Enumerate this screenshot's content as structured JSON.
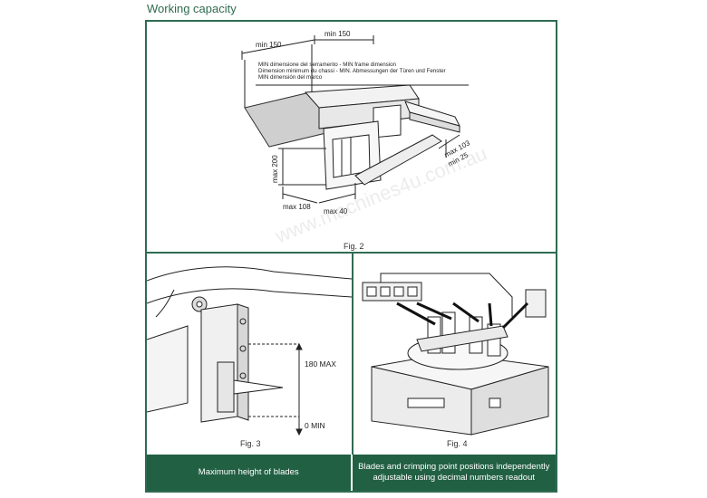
{
  "heading": "Working capacity",
  "fig2": {
    "label": "Fig. 2",
    "dim_min150_a": "min 150",
    "dim_min150_b": "min 150",
    "note_line1": "MIN dimensione del serramento - MIN frame dimension",
    "note_line2": "Dimension minimum du chassi - MIN. Abmessungen der Türen und Fenster",
    "note_line3": "MIN dimensión del marco",
    "dim_max200": "max 200",
    "dim_max108": "max 108",
    "dim_max40": "max 40",
    "dim_max103": "max 103",
    "dim_min25": "min 25"
  },
  "fig3": {
    "label": "Fig. 3",
    "dim_max": "180 MAX",
    "dim_min": "0 MIN"
  },
  "fig4": {
    "label": "Fig. 4"
  },
  "captions": {
    "left": "Maximum height of blades",
    "right": "Blades and crimping point positions independently adjustable using decimal numbers readout"
  },
  "watermark": "www.machines4u.com.au"
}
